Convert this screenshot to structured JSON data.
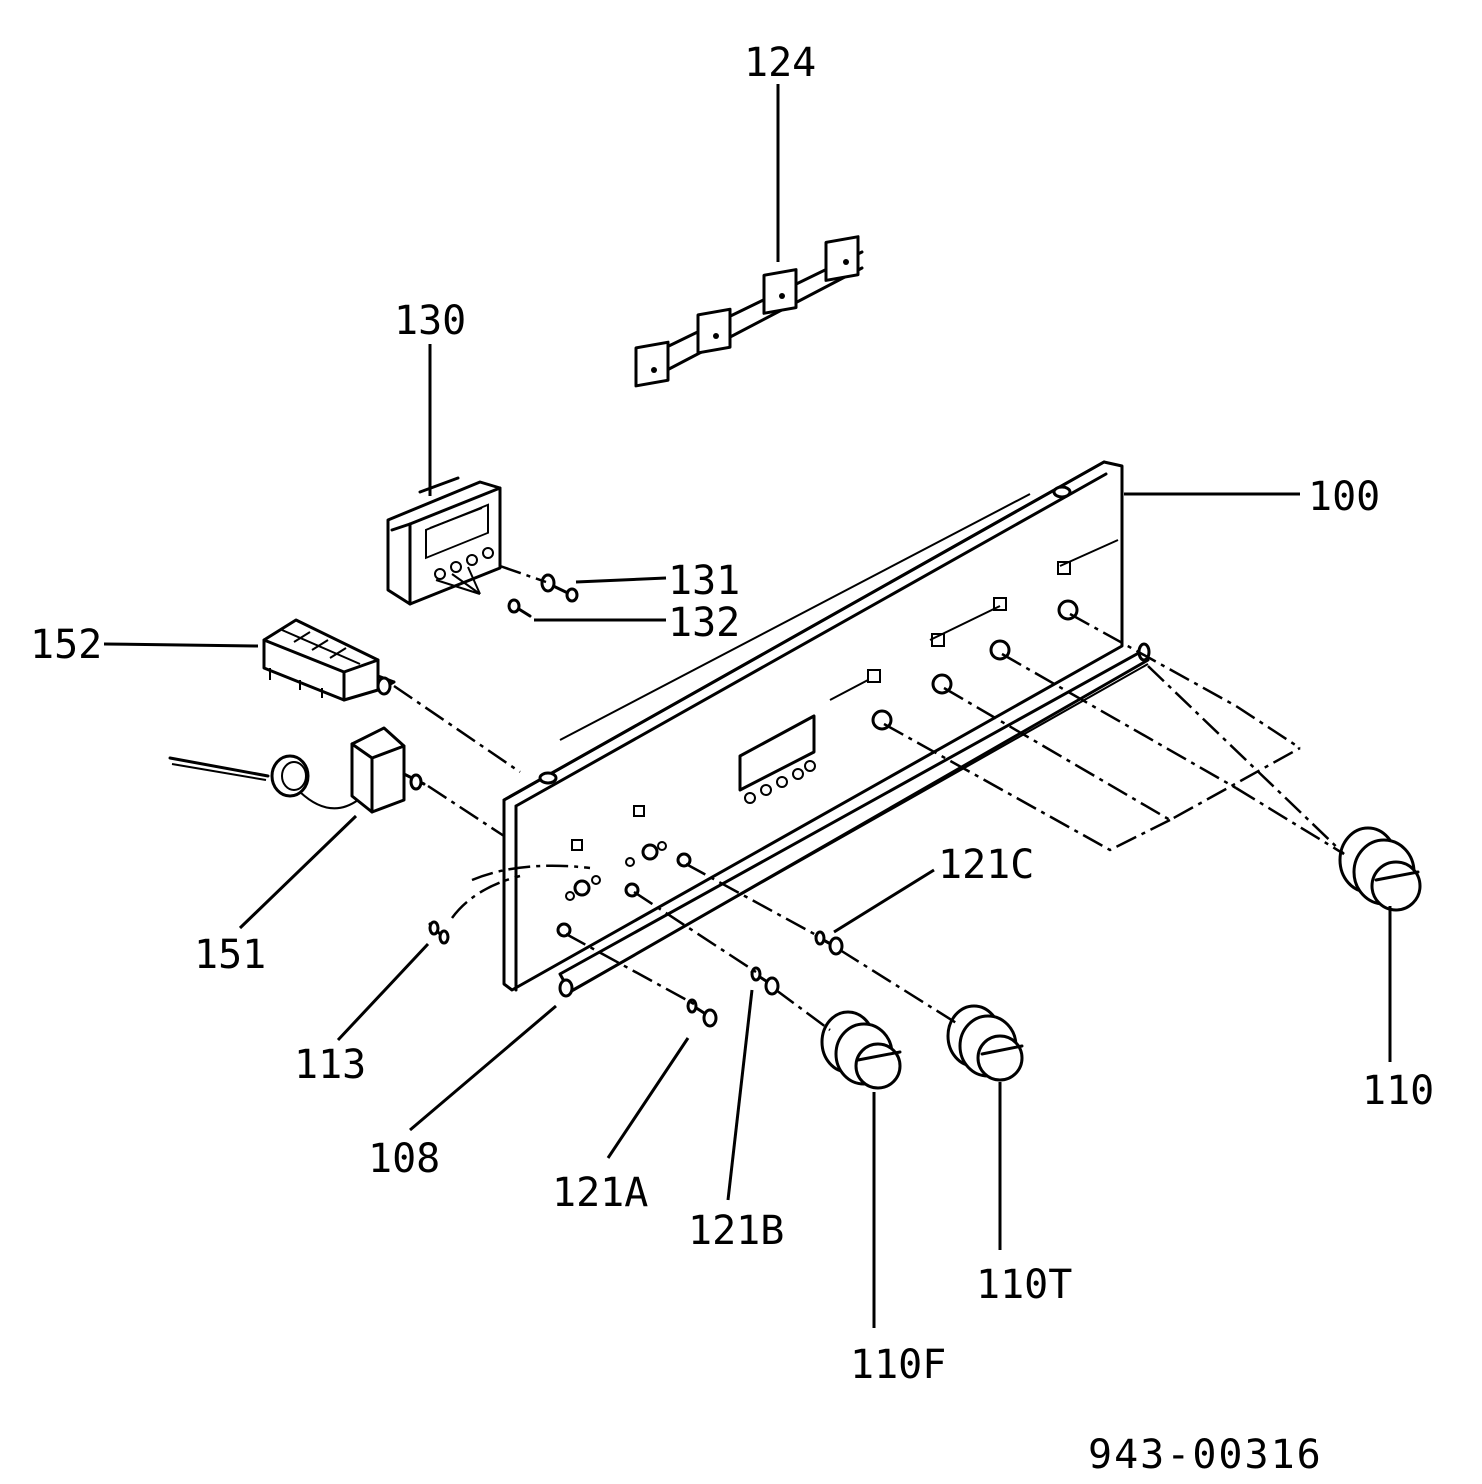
{
  "diagram": {
    "document_code": "943-00316",
    "parts": [
      {
        "id": "124",
        "label": "124"
      },
      {
        "id": "130",
        "label": "130"
      },
      {
        "id": "100",
        "label": "100"
      },
      {
        "id": "131",
        "label": "131"
      },
      {
        "id": "132",
        "label": "132"
      },
      {
        "id": "152",
        "label": "152"
      },
      {
        "id": "121C",
        "label": "121C"
      },
      {
        "id": "151",
        "label": "151"
      },
      {
        "id": "113",
        "label": "113"
      },
      {
        "id": "108",
        "label": "108"
      },
      {
        "id": "121A",
        "label": "121A"
      },
      {
        "id": "121B",
        "label": "121B"
      },
      {
        "id": "110",
        "label": "110"
      },
      {
        "id": "110T",
        "label": "110T"
      },
      {
        "id": "110F",
        "label": "110F"
      }
    ]
  }
}
